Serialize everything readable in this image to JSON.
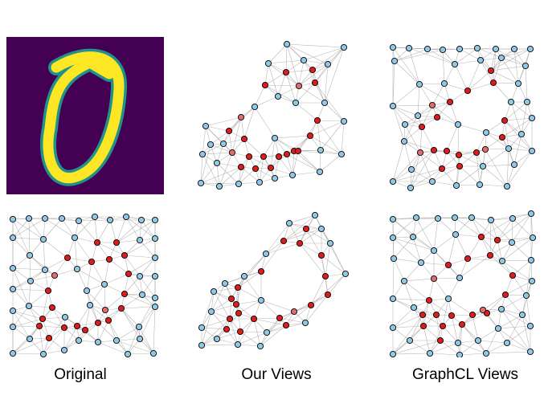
{
  "captions": [
    "Original",
    "Our Views",
    "GraphCL Views"
  ],
  "colors": {
    "node_blue": "#8ecae6",
    "node_red": "#dd1c1c",
    "node_pink": "#e46b6b",
    "edge": "#9a9a9a",
    "image_bg": "#440154",
    "image_fg": "#fde725",
    "image_mid": "#21918c"
  },
  "image": {
    "colormap": "viridis",
    "content": "digit-zero"
  }
}
